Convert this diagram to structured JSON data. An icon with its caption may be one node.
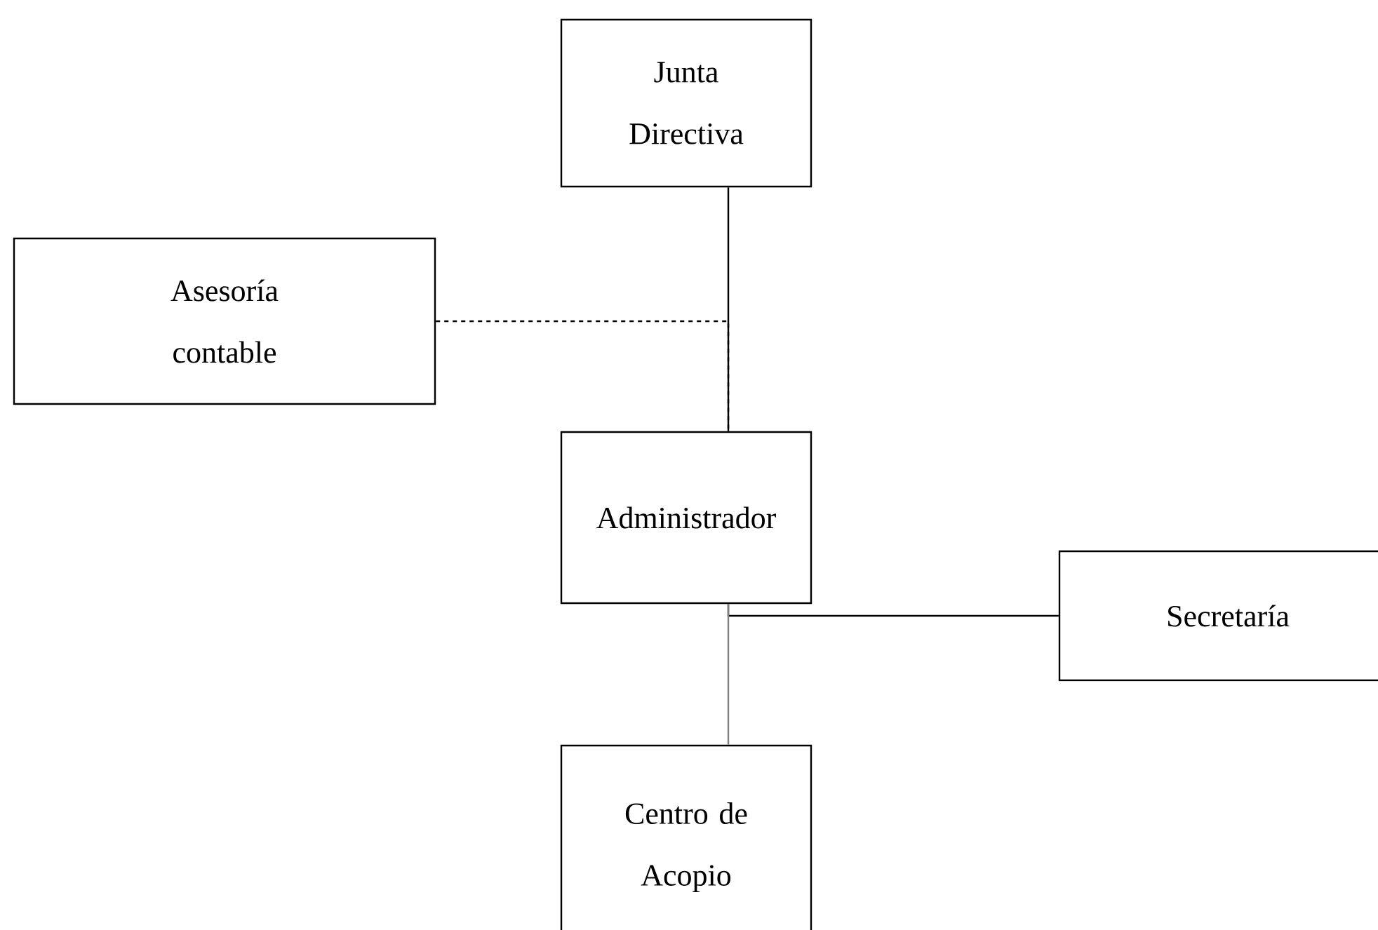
{
  "diagram": {
    "nodes": [
      {
        "text": [
          "Junta Directiva"
        ]
      },
      {
        "text": [
          "Asesoría contable"
        ]
      },
      {
        "text": [
          "Administrador"
        ]
      },
      {
        "text": [
          "Secretaría"
        ]
      },
      {
        "text": [
          "Centro de Acopio"
        ]
      }
    ],
    "edges": [
      {
        "from": 0,
        "to": 2,
        "arrow": "none"
      },
      {
        "from": 1,
        "to": 2,
        "arrow": "none",
        "style": "dashed"
      },
      {
        "from": 2,
        "to": 3,
        "arrow": "none"
      },
      {
        "from": 2,
        "to": 4,
        "arrow": "none",
        "color": "#808080"
      }
    ]
  }
}
